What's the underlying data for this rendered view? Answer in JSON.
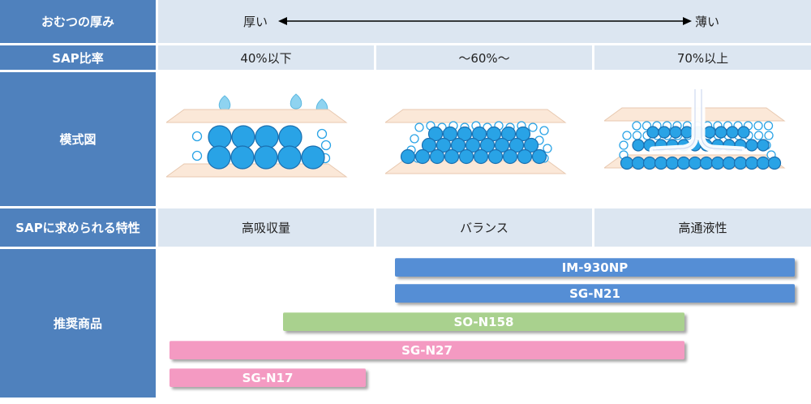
{
  "rows": {
    "thickness": {
      "label": "おむつの厚み",
      "thick": "厚い",
      "thin": "薄い"
    },
    "sap_ratio": {
      "label": "SAP比率",
      "values": [
        "40%以下",
        "～60%～",
        "70%以上"
      ]
    },
    "model": {
      "label": "模式図"
    },
    "properties": {
      "label": "SAPに求められる特性",
      "values": [
        "高吸収量",
        "バランス",
        "高通液性"
      ]
    },
    "products": {
      "label": "推奨商品",
      "items": [
        {
          "name": "IM-930NP",
          "color": "blue"
        },
        {
          "name": "SG-N21",
          "color": "blue"
        },
        {
          "name": "SO-N158",
          "color": "green"
        },
        {
          "name": "SG-N27",
          "color": "pink"
        },
        {
          "name": "SG-N17",
          "color": "pink"
        }
      ]
    }
  },
  "colors": {
    "header": "#4f81bd",
    "cell": "#dce6f1",
    "blue": "#558ed5",
    "green": "#a9d18e",
    "pink": "#f49ac2",
    "sap": "#29a3e6"
  }
}
